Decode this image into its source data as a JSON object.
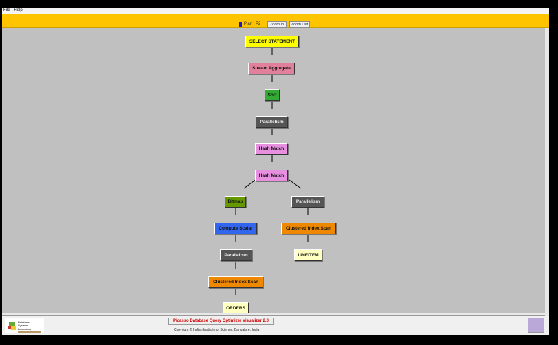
{
  "menu": [
    "File",
    "Help"
  ],
  "toolbar": {
    "plan_label": "Plan : P2",
    "zoom_in": "Zoom In",
    "zoom_out": "Zoom Out"
  },
  "plan_nodes": [
    "SELECT STATEMENT",
    "Stream Aggregate",
    "Sort",
    "Parallelism",
    "Hash Match",
    "Hash Match",
    "Bitmap",
    "Parallelism",
    "Compute Scalar",
    "Clustered Index Scan",
    "Parallelism",
    "LINEITEM",
    "Clustered Index Scan",
    "ORDERS"
  ],
  "footer": {
    "title": "Picasso Database Query Optimizer Visualizer 2.0",
    "copyright": "Copyright © Indian Institute of Science, Bangalore, India",
    "logo_text": "Database Systems Laboratory"
  },
  "colors": {
    "select": "#ffff00",
    "aggregate": "#e0809a",
    "sort": "#33aa33",
    "parallelism": "#555555",
    "hash": "#e890e0",
    "bitmap": "#669900",
    "compute": "#3366ee",
    "scan": "#ee8800",
    "table": "#ffffc0",
    "toolbar": "#ffc400"
  }
}
